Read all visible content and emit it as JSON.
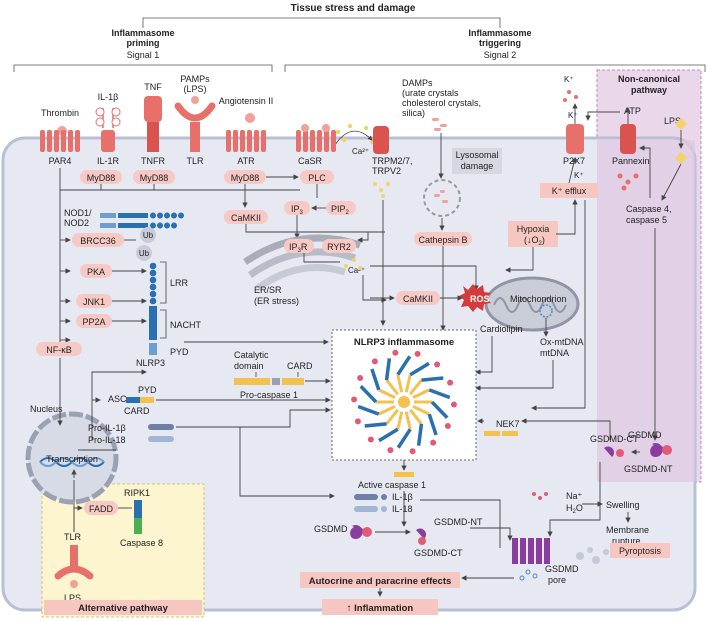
{
  "header": {
    "tissue_stress": "Tissue stress and damage",
    "priming_title1": "Inflammasome",
    "priming_title2": "priming",
    "signal1": "Signal 1",
    "triggering_title1": "Inflammasome",
    "triggering_title2": "triggering",
    "signal2": "Signal 2"
  },
  "ligands": {
    "thrombin": "Thrombin",
    "il1b": "IL-1β",
    "tnf": "TNF",
    "pamps1": "PAMPs",
    "pamps2": "(LPS)",
    "angiotensin": "Angiotensin II",
    "ca2": "Ca²⁺",
    "damps1": "DAMPs",
    "damps2": "(urate crystals",
    "damps3": "cholesterol crystals,",
    "damps4": "silica)",
    "k_top": "K⁺",
    "atp": "ATP",
    "lps_right": "LPS"
  },
  "receptors": {
    "par4": "PAR4",
    "il1r": "IL-1R",
    "tnfr": "TNFR",
    "tlr": "TLR",
    "atr": "ATR",
    "casr": "CaSR",
    "trpm1": "TRPM2/7,",
    "trpm2": "TRPV2",
    "p2x7": "P2X7",
    "pannexin": "Pannexin"
  },
  "noncanonical": {
    "title1": "Non-canonical",
    "title2": "pathway",
    "caspase1": "Caspase 4,",
    "caspase2": "caspase 5"
  },
  "adaptors": {
    "myd88": "MyD88",
    "plc": "PLC",
    "ip3": "IP",
    "ip3_sub": "3",
    "pip2": "PIP",
    "pip2_sub": "2",
    "camkii": "CaMKII",
    "nod1": "NOD1/",
    "nod2": "NOD2"
  },
  "er": {
    "ip3r": "IP",
    "ip3r_sub": "3",
    "ip3r_r": "R",
    "ryr2": "RYR2",
    "ca2": "Ca²⁺",
    "ersr": "ER/SR",
    "erstress": "(ER stress)"
  },
  "lysosome": {
    "label1": "Lysosomal",
    "label2": "damage",
    "cathepsin": "Cathepsin B"
  },
  "hypoxia": {
    "label": "Hypoxia",
    "sub_open": "(↓O",
    "sub": "2",
    "sub_close": ")"
  },
  "efflux": {
    "kefflux": "K⁺ efflux",
    "k_in": "K⁺"
  },
  "mito": {
    "ros": "ROS",
    "camkii": "CaMKII",
    "mitochondrion": "Mitochondrion",
    "cardiolipin": "Cardiolipin",
    "oxmtdna": "Ox-mtDNA",
    "mtdna": "mtDNA"
  },
  "nlrp3": {
    "brcc36": "BRCC36",
    "ub1": "Ub",
    "ub2": "Ub",
    "pka": "PKA",
    "jnk1": "JNK1",
    "pp2a": "PP2A",
    "nfkb": "NF-κB",
    "lrr": "LRR",
    "nacht": "NACHT",
    "pyd": "PYD",
    "nlrp3": "NLRP3"
  },
  "inflammasome": {
    "title": "NLRP3 inflammasome",
    "catalytic1": "Catalytic",
    "catalytic2": "domain",
    "card": "CARD",
    "procaspase": "Pro-caspase 1",
    "asc": "ASC",
    "asc_pyd": "PYD",
    "asc_card": "CARD",
    "nek7": "NEK7",
    "active_caspase": "Active caspase 1"
  },
  "nucleus": {
    "label": "Nucleus",
    "transcription": "Transcription",
    "proil1b": "Pro-IL-1β",
    "proil18": "Pro-IL-18"
  },
  "alternative": {
    "ripk1": "RIPK1",
    "fadd": "FADD",
    "caspase8": "Caspase 8",
    "tlr": "TLR",
    "lps": "LPS",
    "title": "Alternative pathway"
  },
  "outputs": {
    "il1b": "IL-1β",
    "il18": "IL-18",
    "gsdmd_left": "GSDMD",
    "gsdmd_nt_mid": "GSDMD-NT",
    "gsdmd_ct_mid": "GSDMD-CT",
    "gsdmd_ct_right": "GSDMD-CT",
    "gsdmd_right": "GSDMD",
    "gsdmd_nt_right": "GSDMD-NT",
    "na": "Na⁺",
    "h2o": "H",
    "h2o_sub": "2",
    "h2o_o": "O",
    "swelling": "Swelling",
    "membrane1": "Membrane",
    "membrane2": "rupture",
    "pyroptosis": "Pyroptosis",
    "pore1": "GSDMD",
    "pore2": "pore",
    "autocrine": "Autocrine and paracrine effects",
    "inflammation": "↑ Inflammation"
  },
  "colors": {
    "receptor_red": "#e8706a",
    "pill_pink": "#f7c9c4",
    "adaptor_blue": "#9cc0e4",
    "dark_blue": "#2a6fb0",
    "cell_bg": "#e6e9f2",
    "alt_yellow": "#fdf4d0",
    "noncanon_purple": "#ead7ea",
    "gsdmd_purple": "#8a3d9e",
    "output_pink": "#f6c7c1"
  }
}
